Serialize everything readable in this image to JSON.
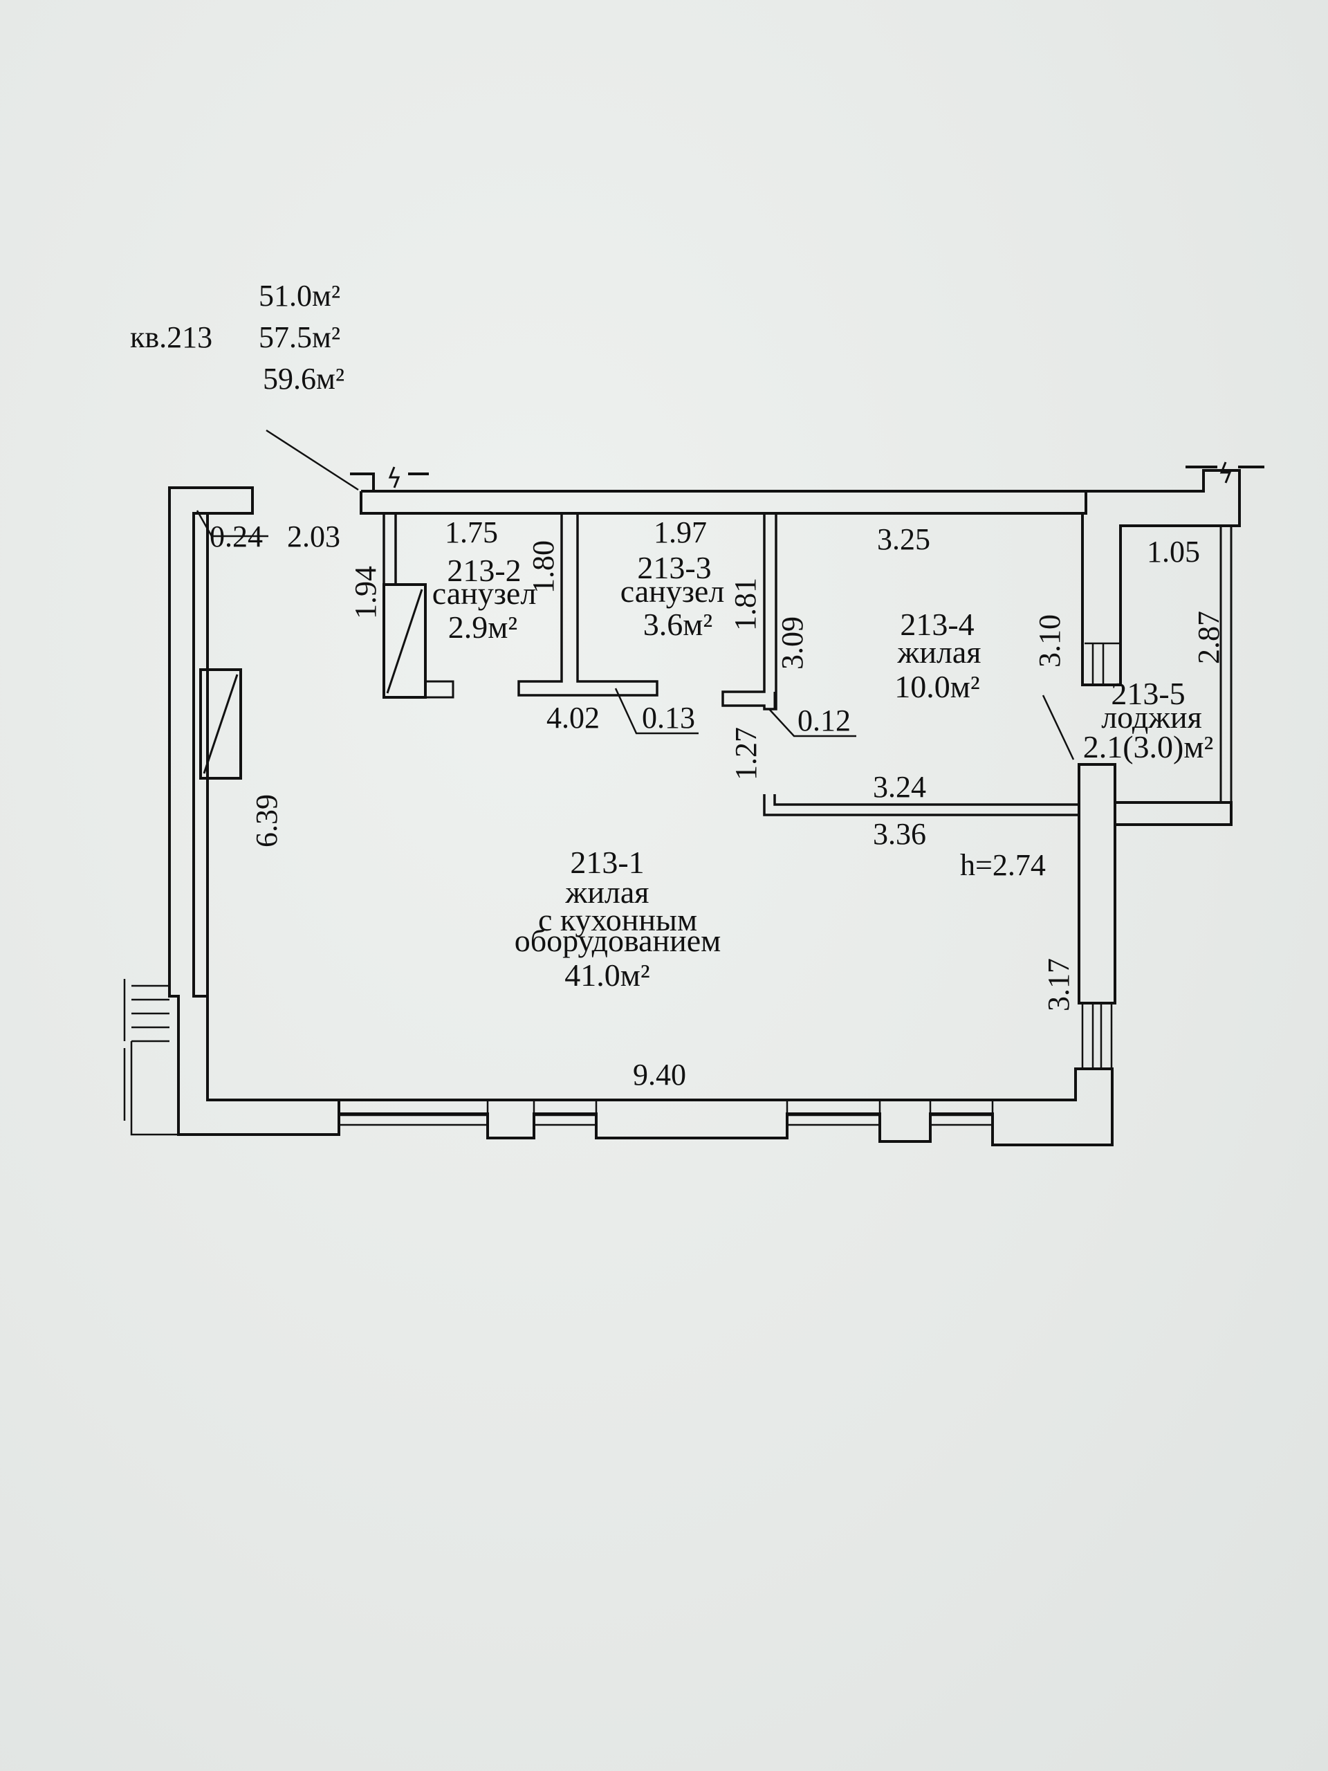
{
  "apartment": {
    "label": "кв.213",
    "area_living": "51.0м²",
    "area_total": "57.5м²",
    "area_total_with_loggia": "59.6м²"
  },
  "rooms": {
    "r1": {
      "id": "213-1",
      "type_line1": "жилая",
      "type_line2": "с кухонным",
      "type_line3": "оборудованием",
      "area": "41.0м²"
    },
    "r2": {
      "id": "213-2",
      "type": "санузел",
      "area": "2.9м²"
    },
    "r3": {
      "id": "213-3",
      "type": "санузел",
      "area": "3.6м²"
    },
    "r4": {
      "id": "213-4",
      "type": "жилая",
      "area": "10.0м²"
    },
    "r5": {
      "id": "213-5",
      "type": "лоджия",
      "area": "2.1(3.0)м²"
    }
  },
  "dimensions": {
    "d_0_24": "0.24",
    "d_2_03": "2.03",
    "d_1_75": "1.75",
    "d_1_80": "1.80",
    "d_1_94": "1.94",
    "d_1_97": "1.97",
    "d_1_81": "1.81",
    "d_3_09": "3.09",
    "d_3_25": "3.25",
    "d_3_10": "3.10",
    "d_1_05": "1.05",
    "d_2_87": "2.87",
    "d_4_02": "4.02",
    "d_0_13": "0.13",
    "d_0_12": "0.12",
    "d_1_27": "1.27",
    "d_3_24": "3.24",
    "d_3_36": "3.36",
    "d_6_39": "6.39",
    "d_3_17": "3.17",
    "d_9_40": "9.40"
  },
  "ceiling_height": "h=2.74"
}
